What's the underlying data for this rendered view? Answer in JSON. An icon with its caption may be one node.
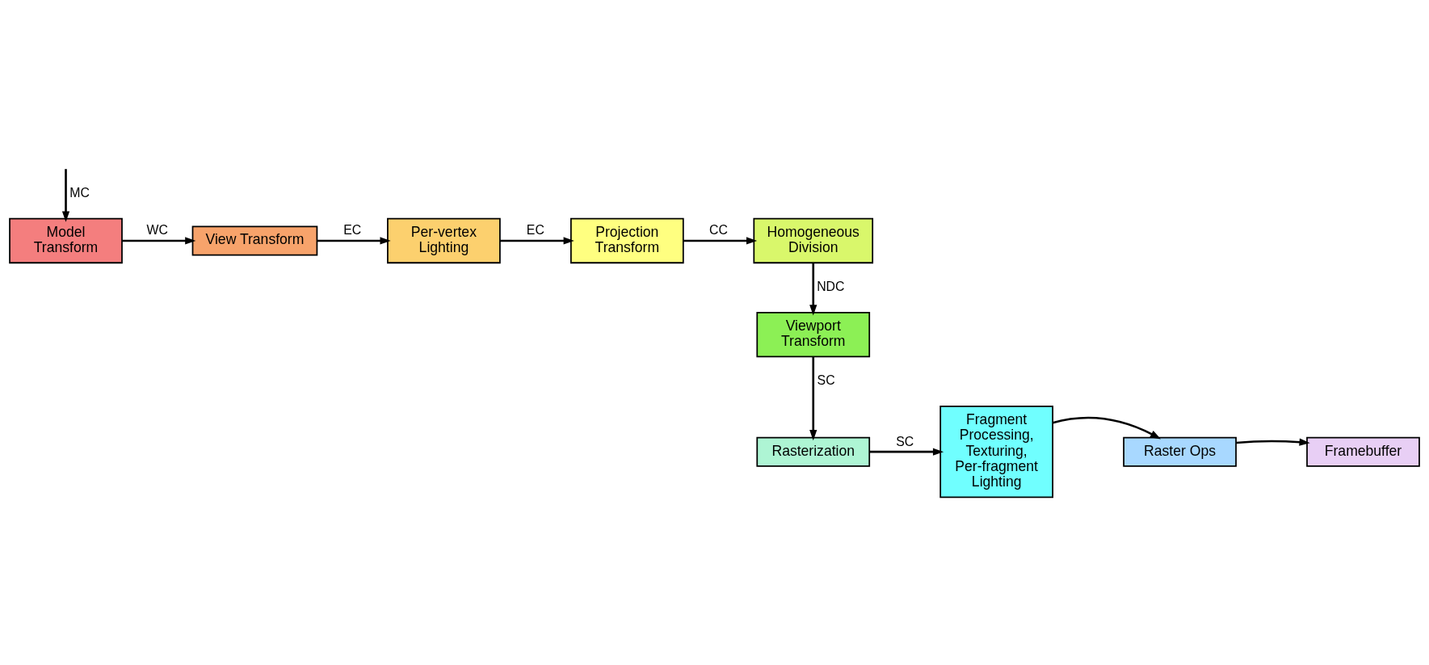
{
  "diagram": {
    "nodes": [
      {
        "text": [
          "Model Transform"
        ]
      },
      {
        "text": [
          "View Transform"
        ]
      },
      {
        "text": [
          "Per-vertex Lighting"
        ]
      },
      {
        "text": [
          "Projection Transform"
        ]
      },
      {
        "text": [
          "Homogeneous Division"
        ]
      },
      {
        "text": [
          "Viewport Transform"
        ]
      },
      {
        "text": [
          "Rasterization"
        ]
      },
      {
        "text": [
          "Fragment Processing, Texturing, Per-fragment Lighting"
        ]
      },
      {
        "text": [
          "Raster Ops"
        ]
      },
      {
        "text": [
          "Framebuffer"
        ]
      }
    ],
    "edges": [
      {
        "from": null,
        "to": 0,
        "arrow": "to",
        "label": "MC"
      },
      {
        "from": 0,
        "to": 1,
        "arrow": "to",
        "label": "WC"
      },
      {
        "from": 1,
        "to": 2,
        "arrow": "to",
        "label": "EC"
      },
      {
        "from": 2,
        "to": 3,
        "arrow": "to",
        "label": "EC"
      },
      {
        "from": 3,
        "to": 4,
        "arrow": "to",
        "label": "CC"
      },
      {
        "from": 4,
        "to": 5,
        "arrow": "to",
        "label": "NDC"
      },
      {
        "from": 5,
        "to": 6,
        "arrow": "to",
        "label": "SC"
      },
      {
        "from": 6,
        "to": 7,
        "arrow": "to",
        "label": "SC"
      },
      {
        "from": 7,
        "to": 8,
        "arrow": "to"
      },
      {
        "from": 8,
        "to": 9,
        "arrow": "to"
      }
    ]
  }
}
